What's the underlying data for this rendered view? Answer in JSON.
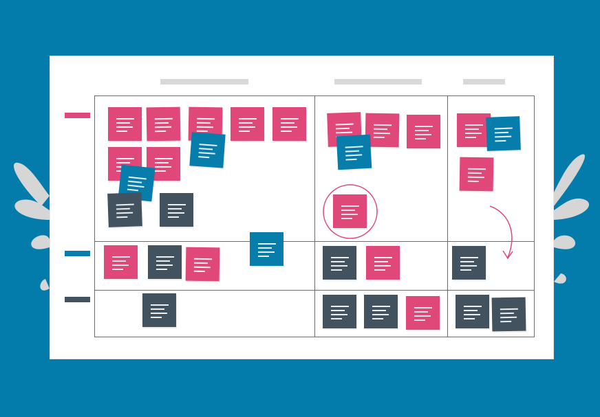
{
  "colors": {
    "background": "#037cab",
    "board": "#ffffff",
    "header_bar": "#d9d9d9",
    "leaf": "#d6d6d6",
    "note_pink": "#df4879",
    "note_blue": "#067dab",
    "note_dark": "#43525f",
    "annotation": "#df4879"
  },
  "board": {
    "columns": [
      {
        "header": "",
        "header_style": "placeholder-bar"
      },
      {
        "header": "",
        "header_style": "placeholder-bar"
      },
      {
        "header": "",
        "header_style": "placeholder-bar"
      }
    ],
    "rows": [
      {
        "label": "",
        "color": "#df4879"
      },
      {
        "label": "",
        "color": "#067dab"
      },
      {
        "label": "",
        "color": "#43525f"
      }
    ]
  },
  "notes": [
    {
      "color": "pink",
      "icon": "sticky-note-icon"
    },
    {
      "color": "blue",
      "icon": "sticky-note-icon"
    },
    {
      "color": "dark",
      "icon": "sticky-note-icon"
    }
  ],
  "annotations": {
    "highlight": "circle-highlight-icon",
    "move": "curved-arrow-icon"
  }
}
